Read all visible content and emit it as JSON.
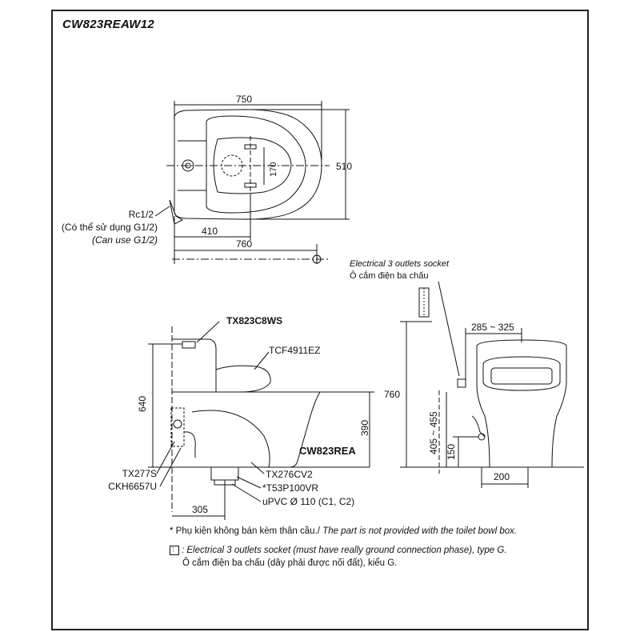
{
  "model_code": "CW823REAW12",
  "top_view": {
    "width": "750",
    "depth": "510",
    "bolt_spacing": "170",
    "supply_offset": "410",
    "overall_offset": "760",
    "rc_label": "Rc1/2",
    "rc_note_vi": "(Có thể sử dụng G1/2)",
    "rc_note_en": "(Can use G1/2)"
  },
  "side_view": {
    "cap": "TX823C8WS",
    "seat": "TCF4911EZ",
    "bowl": "CW823REA",
    "height_total": "640",
    "height_seat": "390",
    "valve": "TX277S",
    "hose": "CKH6657U",
    "flange": "TX276CV2",
    "gasket": "*T53P100VR",
    "pipe": "uPVC Ø 110 (C1, C2)",
    "rough_in": "305"
  },
  "front_view": {
    "socket_en": "Electrical 3 outlets socket",
    "socket_vi": "Ô cắm điện ba chấu",
    "height_socket": "760",
    "width_range": "285 ~ 325",
    "height_range": "405 ~ 455",
    "height_low": "150",
    "base_width": "200"
  },
  "notes": {
    "n1_vi": "* Phụ kiện không bán kèm thân cầu./",
    "n1_en": "The part is not provided with the toilet bowl box.",
    "n2_en": ": Electrical 3 outlets socket (must have really ground connection phase), type G.",
    "n2_vi": "Ô cắm điện ba chấu (dây phải được nối đất), kiểu G."
  }
}
